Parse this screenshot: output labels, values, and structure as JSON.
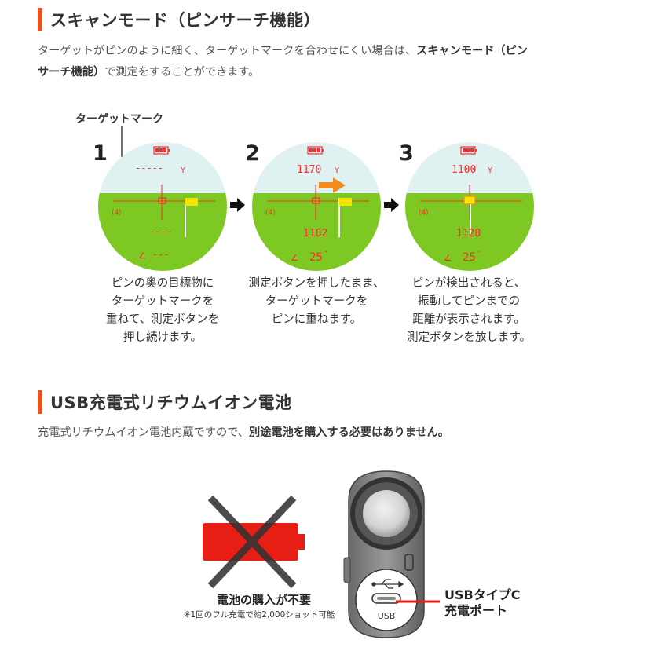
{
  "section1": {
    "title": "スキャンモード（ピンサーチ機能）",
    "desc_line1_plain": "ターゲットがピンのように細く、ターゲットマークを合わせにくい場合は、",
    "desc_line1_bold": "スキャンモード（ピン",
    "desc_line2_bold": "サーチ機能）",
    "desc_line2_plain": "で測定をすることができます。"
  },
  "target_mark_label": "ターゲットマーク",
  "steps": [
    {
      "number": "1",
      "top_readout": "-----",
      "top_unit": "Y",
      "mid_readout": "----",
      "bottom_readout": "---",
      "caption": [
        "ピンの奥の目標物に",
        "ターゲットマークを",
        "重ねて、測定ボタンを",
        "押し続けます。"
      ]
    },
    {
      "number": "2",
      "top_readout": "1170",
      "top_unit": "Y",
      "mid_readout": "1182",
      "bottom_readout": "25",
      "caption": [
        "測定ボタンを押したまま、",
        "ターゲットマークを",
        "ピンに重ねます。"
      ]
    },
    {
      "number": "3",
      "top_readout": "1100",
      "top_unit": "Y",
      "mid_readout": "1128",
      "bottom_readout": "25",
      "caption": [
        "ピンが検出されると、",
        "振動してピンまでの",
        "距離が表示されます。",
        "測定ボタンを放します。"
      ]
    }
  ],
  "section2": {
    "title": "USB充電式リチウムイオン電池",
    "desc_plain": "充電式リチウムイオン電池内蔵ですので、",
    "desc_bold": "別途電池を購入する必要はありません。"
  },
  "battery": {
    "no_buy_label": "電池の購入が不要",
    "note": "※1回のフル充電で約2,000ショット可能"
  },
  "device": {
    "usb_text": "USB",
    "port_label_line1": "USBタイプC",
    "port_label_line2": "充電ポート"
  },
  "colors": {
    "accent": "#e8541c",
    "sky": "#dff1f1",
    "grass": "#7dc823",
    "display_red": "#ff2a2a",
    "arrow_orange": "#f08c1e",
    "flag_yellow": "#f3e600"
  }
}
